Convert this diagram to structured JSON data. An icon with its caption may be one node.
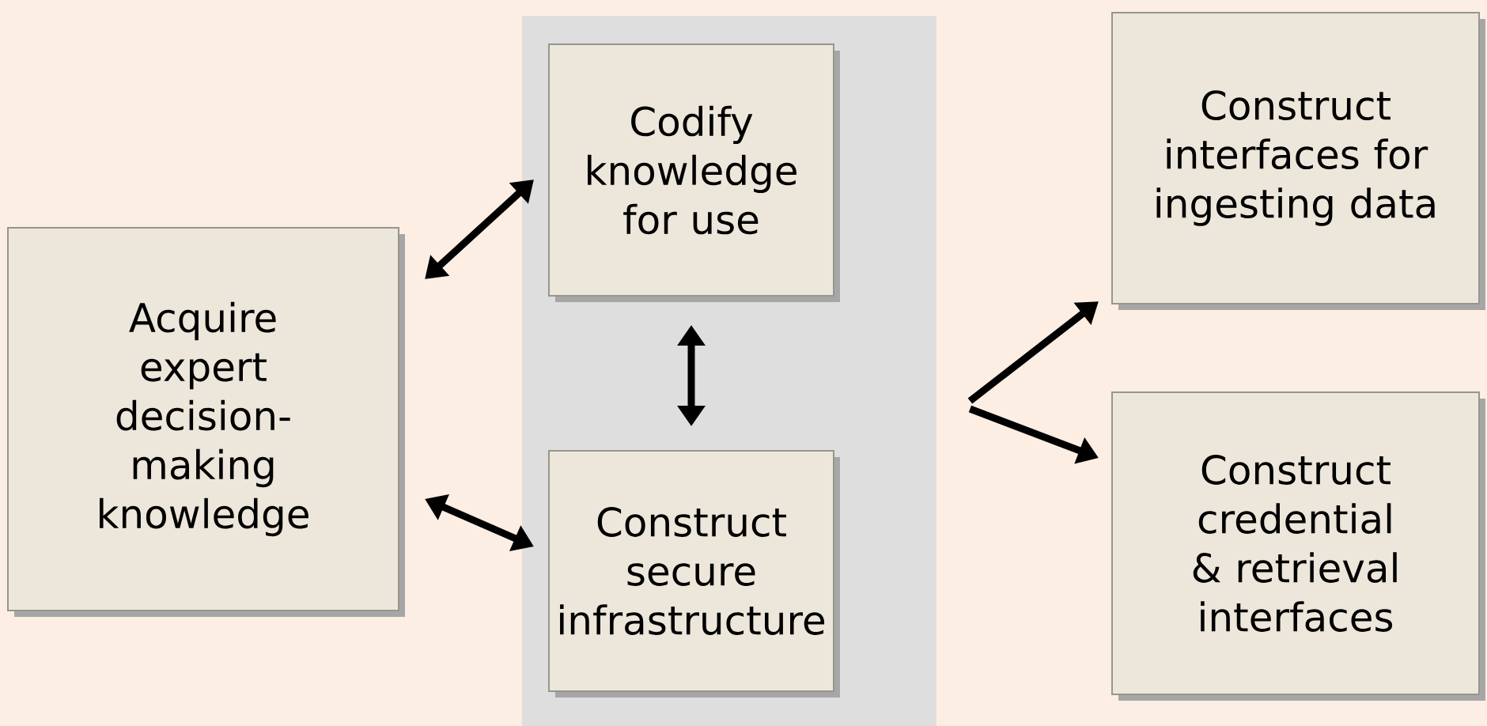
{
  "diagram": {
    "nodes": [
      {
        "text": [
          "Acquire expert decision-making knowledge"
        ]
      },
      {
        "text": [],
        "shape": "band"
      },
      {
        "text": [
          "Codify knowledge for use"
        ],
        "in": 1
      },
      {
        "text": [
          "Construct secure infrastructure"
        ],
        "in": 1
      },
      {
        "text": [
          "Construct interfaces for ingesting data"
        ]
      },
      {
        "text": [
          "Construct credential & retrieval interfaces"
        ]
      }
    ],
    "edges": [
      {
        "from": 0,
        "to": 2,
        "arrow": "both"
      },
      {
        "from": 0,
        "to": 3,
        "arrow": "both"
      },
      {
        "from": 2,
        "to": 3,
        "arrow": "both"
      },
      {
        "from": 1,
        "to": 4,
        "arrow": "to"
      },
      {
        "from": 1,
        "to": 5,
        "arrow": "to"
      }
    ]
  }
}
